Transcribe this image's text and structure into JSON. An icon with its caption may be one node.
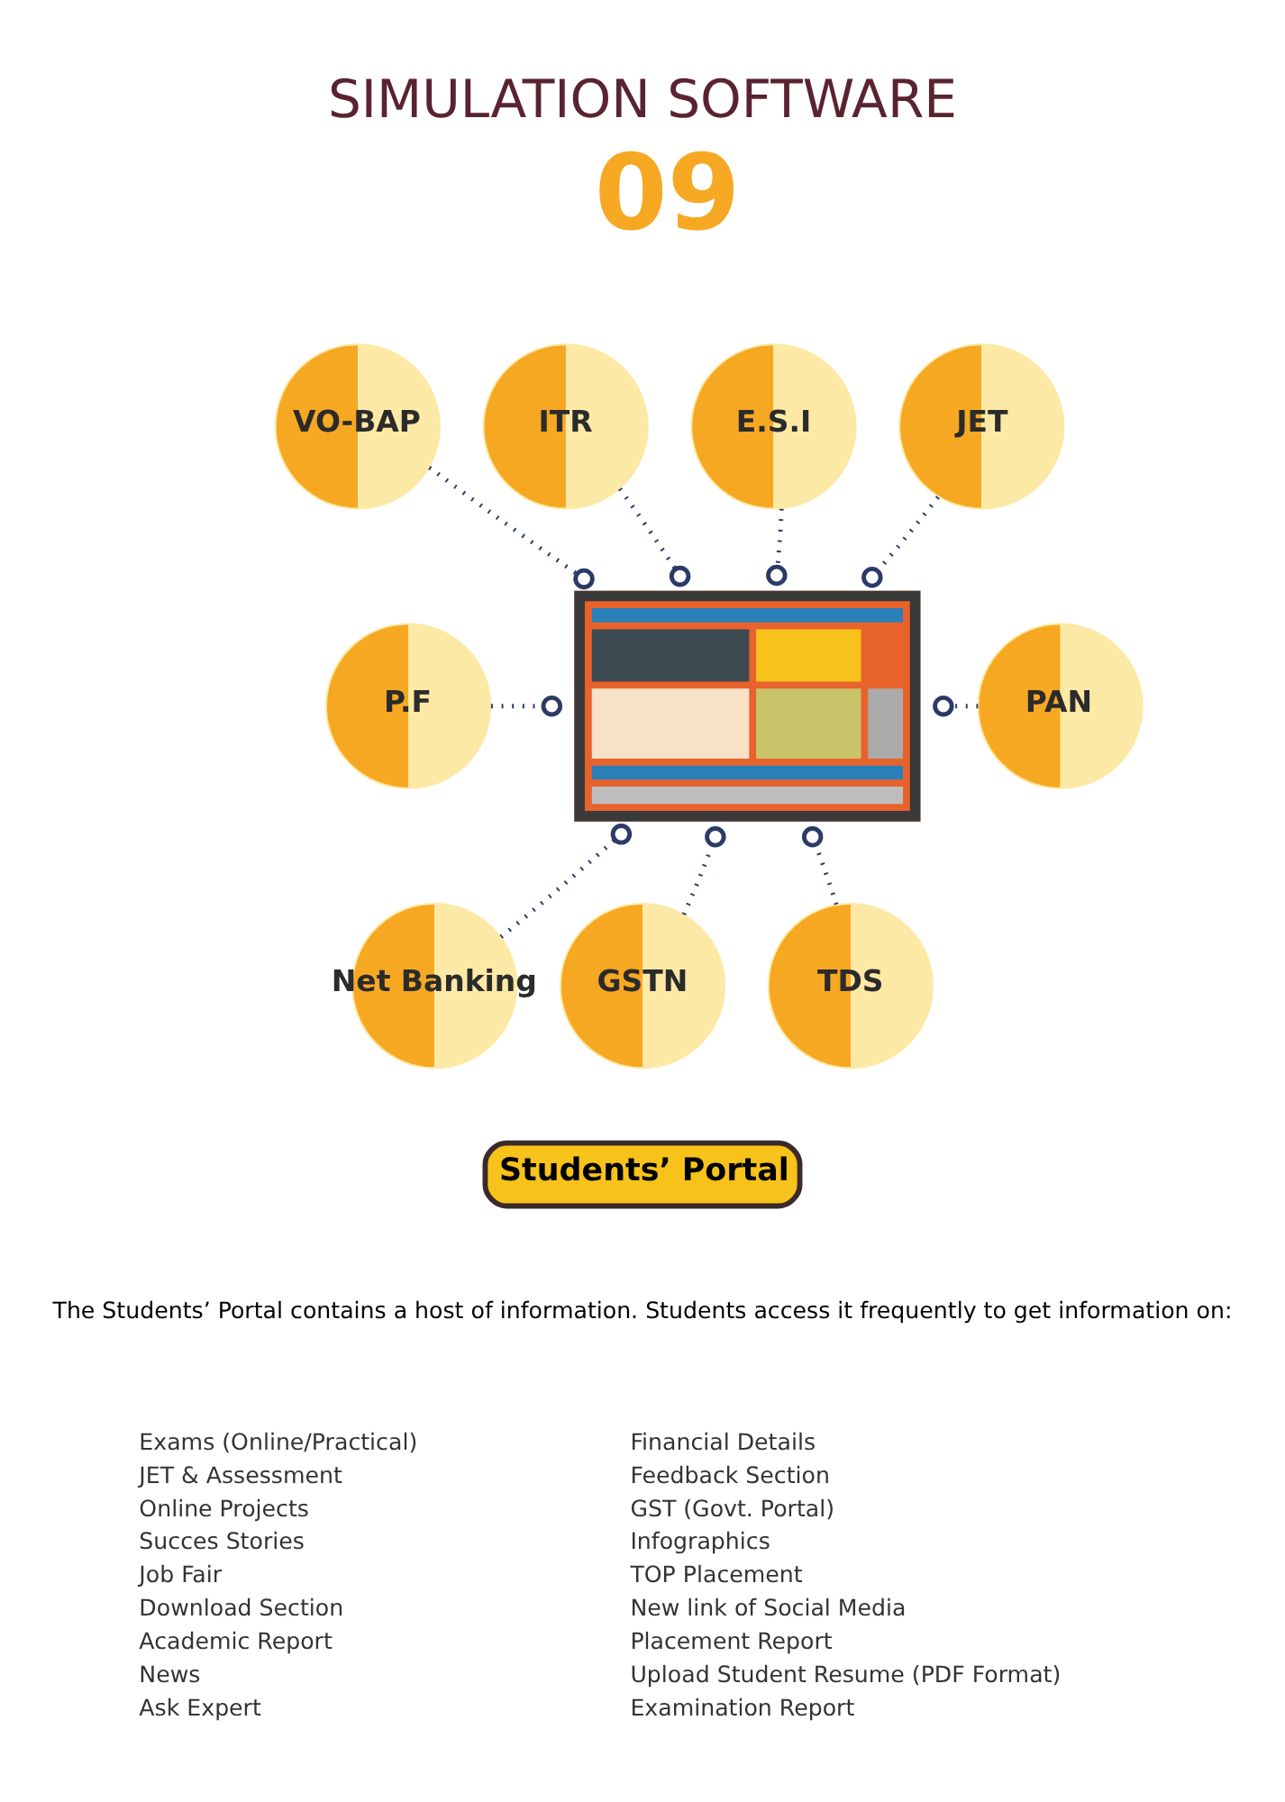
{
  "diagram": {
    "title": "SIMULATION SOFTWARE",
    "nodes": [
      {
        "text": [
          "JET"
        ]
      },
      {
        "text": [
          "VO-BAP"
        ]
      },
      {
        "text": [
          "E.S.I"
        ]
      },
      {
        "text": [
          "ITR"
        ]
      },
      {
        "text": [],
        "shape": "picture"
      },
      {
        "text": [
          "P.F"
        ]
      },
      {
        "text": [
          "PAN"
        ]
      },
      {
        "text": [
          "Net Banking"
        ]
      },
      {
        "text": [
          "GSTN"
        ]
      },
      {
        "text": [
          "TDS"
        ]
      }
    ],
    "edges": [
      {
        "from": 0,
        "to": 4,
        "arrow": "other"
      },
      {
        "from": 1,
        "to": 4,
        "arrow": "other"
      },
      {
        "from": 2,
        "to": 4,
        "arrow": "other"
      },
      {
        "from": 3,
        "to": 4,
        "arrow": "other"
      },
      {
        "from": 5,
        "to": 4,
        "arrow": "other"
      },
      {
        "from": 6,
        "to": 4,
        "arrow": "other"
      },
      {
        "from": 7,
        "to": 4,
        "arrow": "other"
      },
      {
        "from": 8,
        "to": 4,
        "arrow": "other"
      },
      {
        "from": 9,
        "to": 4,
        "arrow": "other"
      }
    ],
    "labels": [
      "09",
      "Students’ Portal",
      "The Students’ Portal contains a host of information. Students access it frequently to get information on:",
      "Exams (Online/Practical)",
      "JET & Assessment",
      "Online Projects",
      "Succes Stories",
      "Job Fair",
      "Download Section",
      "Academic Report",
      "News",
      "Ask Expert",
      "Financial Details",
      "Feedback Section",
      "GST (Govt. Portal)",
      "Infographics",
      "TOP Placement",
      "New link of Social Media",
      "Placement Report",
      "Upload Student Resume (PDF Format)",
      "Examination Report"
    ]
  }
}
